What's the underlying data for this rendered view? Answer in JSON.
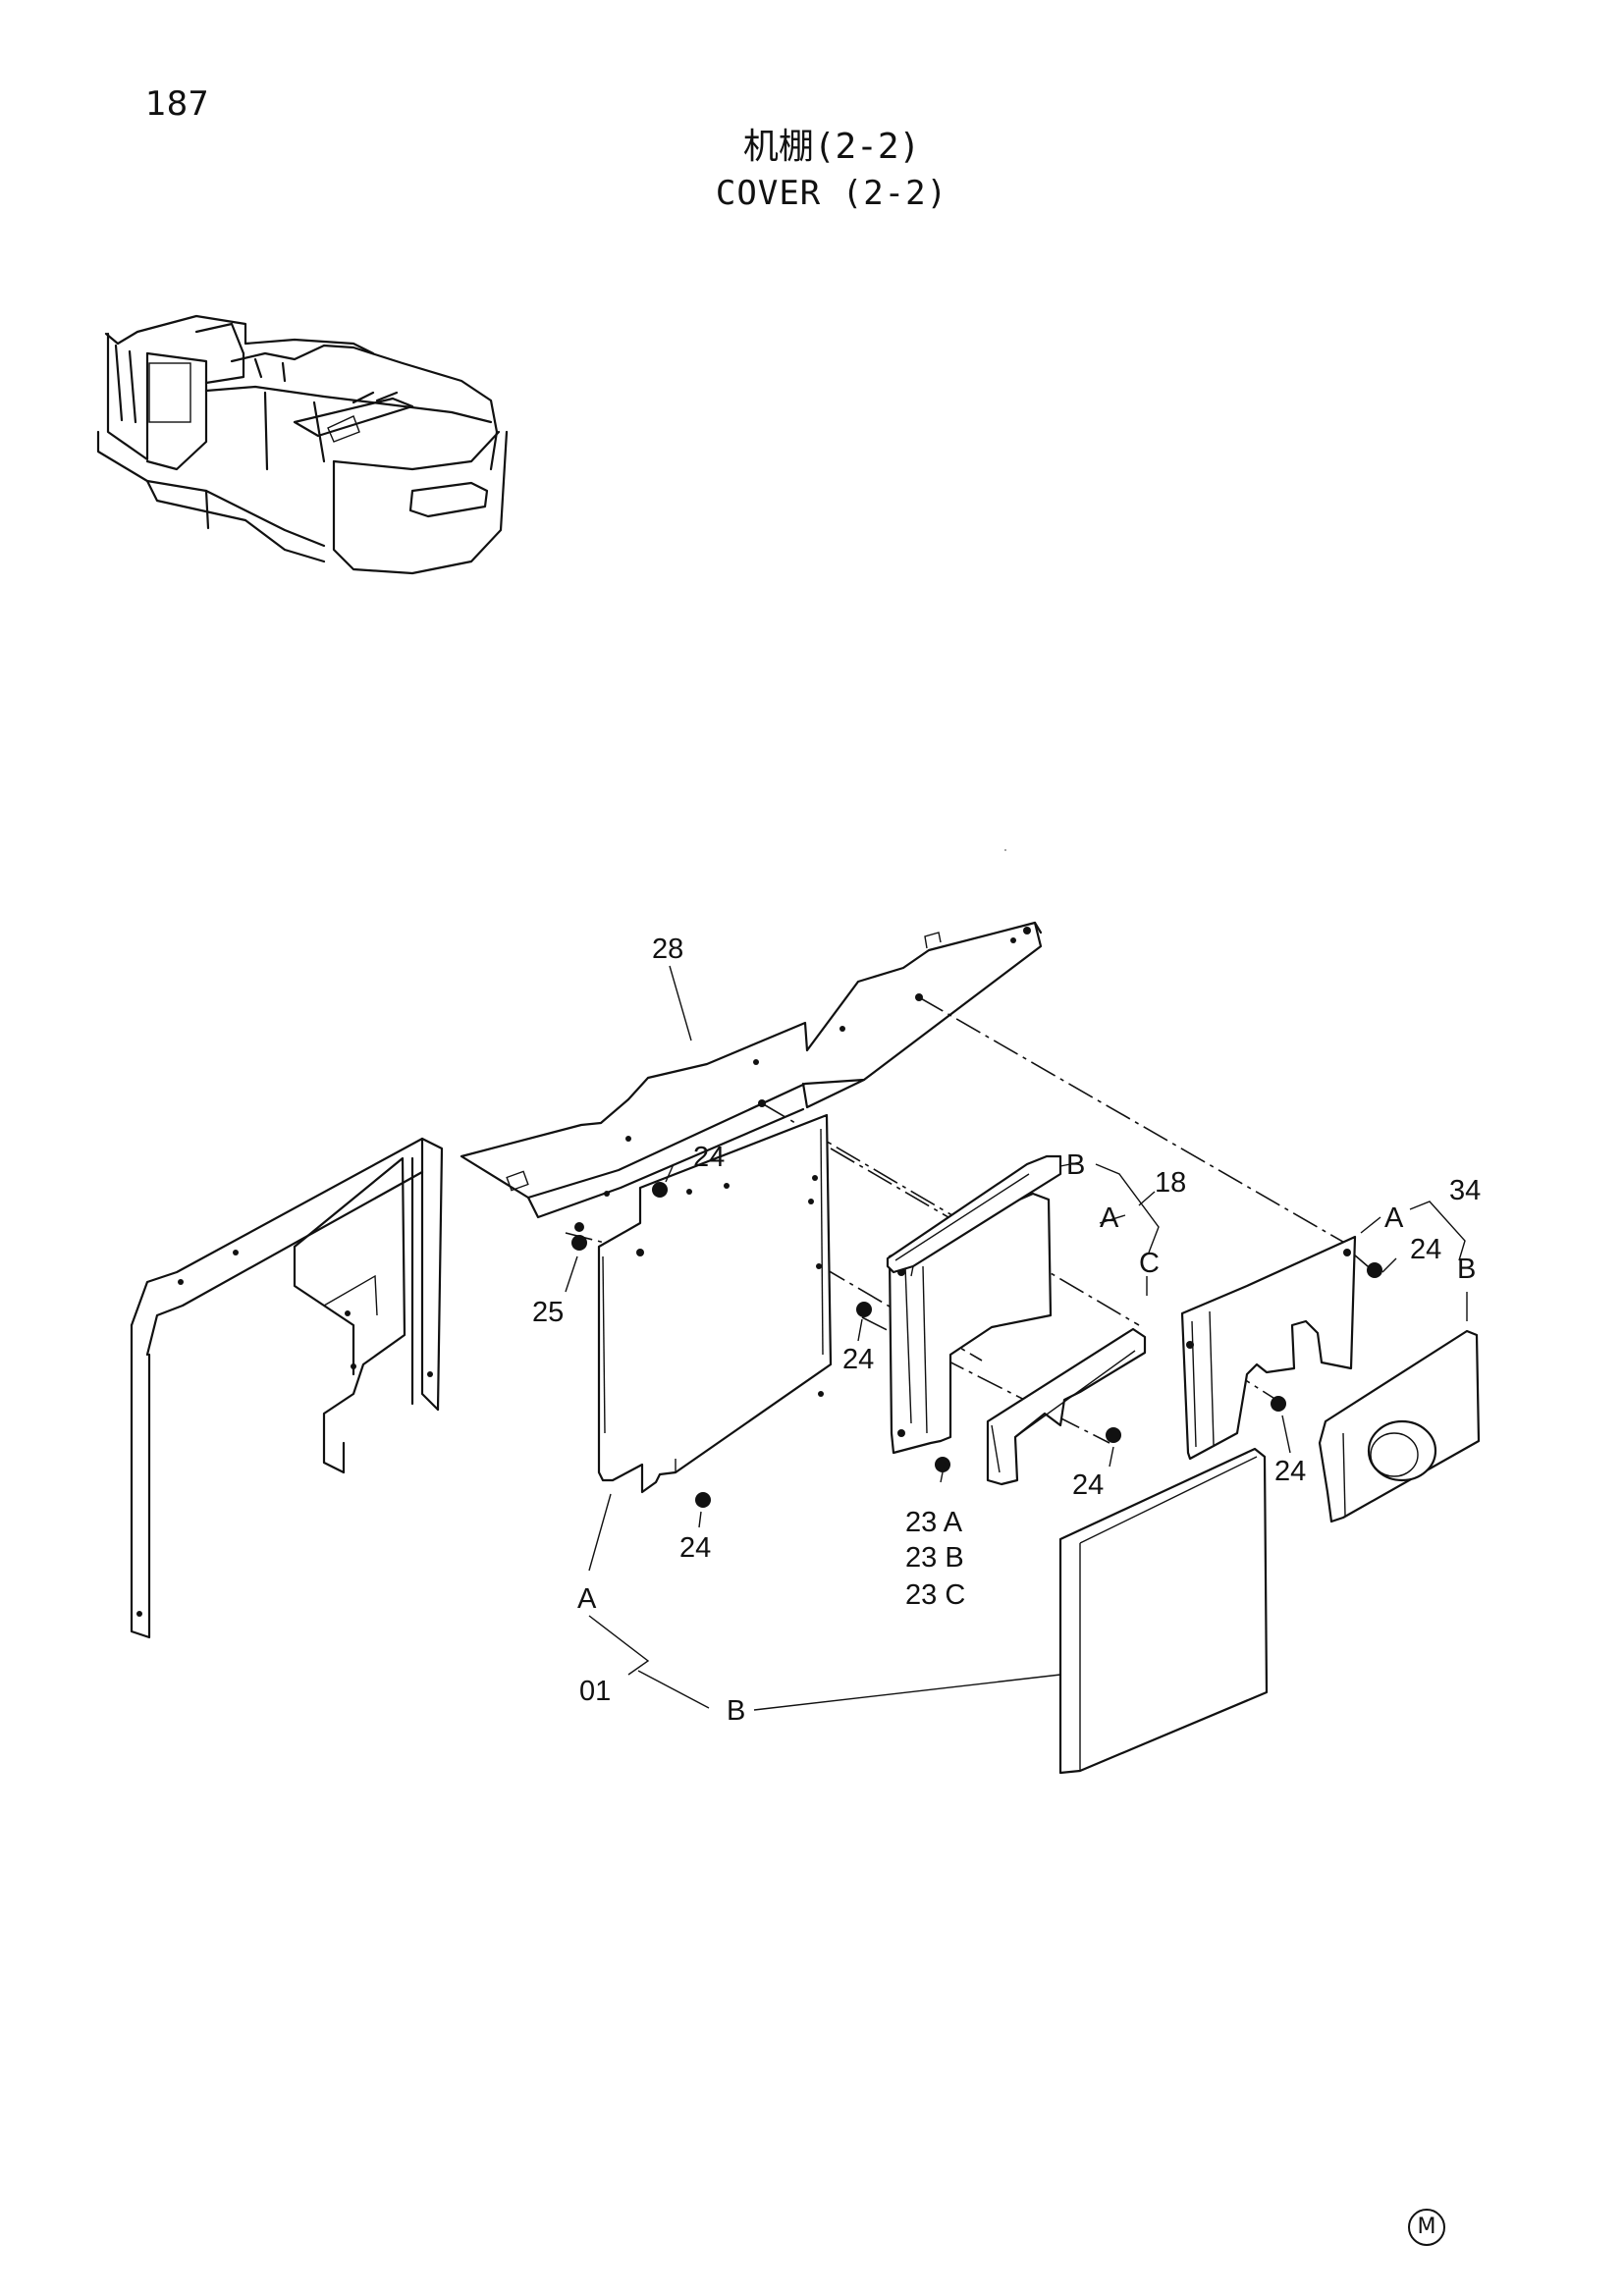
{
  "page": {
    "number": "187"
  },
  "title": {
    "chinese": "机棚(2-2)",
    "english": "COVER (2-2)"
  },
  "diagram": {
    "callouts": {
      "c28": "28",
      "c24_top": "24",
      "c25": "25",
      "c24_mid": "24",
      "c24_left_bottom": "24",
      "c23a": "23 A",
      "c23b": "23 B",
      "c23c": "23 C",
      "c24_center": "24",
      "cB_18": "B",
      "c18": "18",
      "cA_18": "A",
      "cC_18": "C",
      "cA_34": "A",
      "c34": "34",
      "c24_right": "24",
      "cB_34": "B",
      "c24_right_bottom": "24",
      "cA_01": "A",
      "c01": "01",
      "cB_01": "B"
    },
    "footer_mark": "M"
  }
}
